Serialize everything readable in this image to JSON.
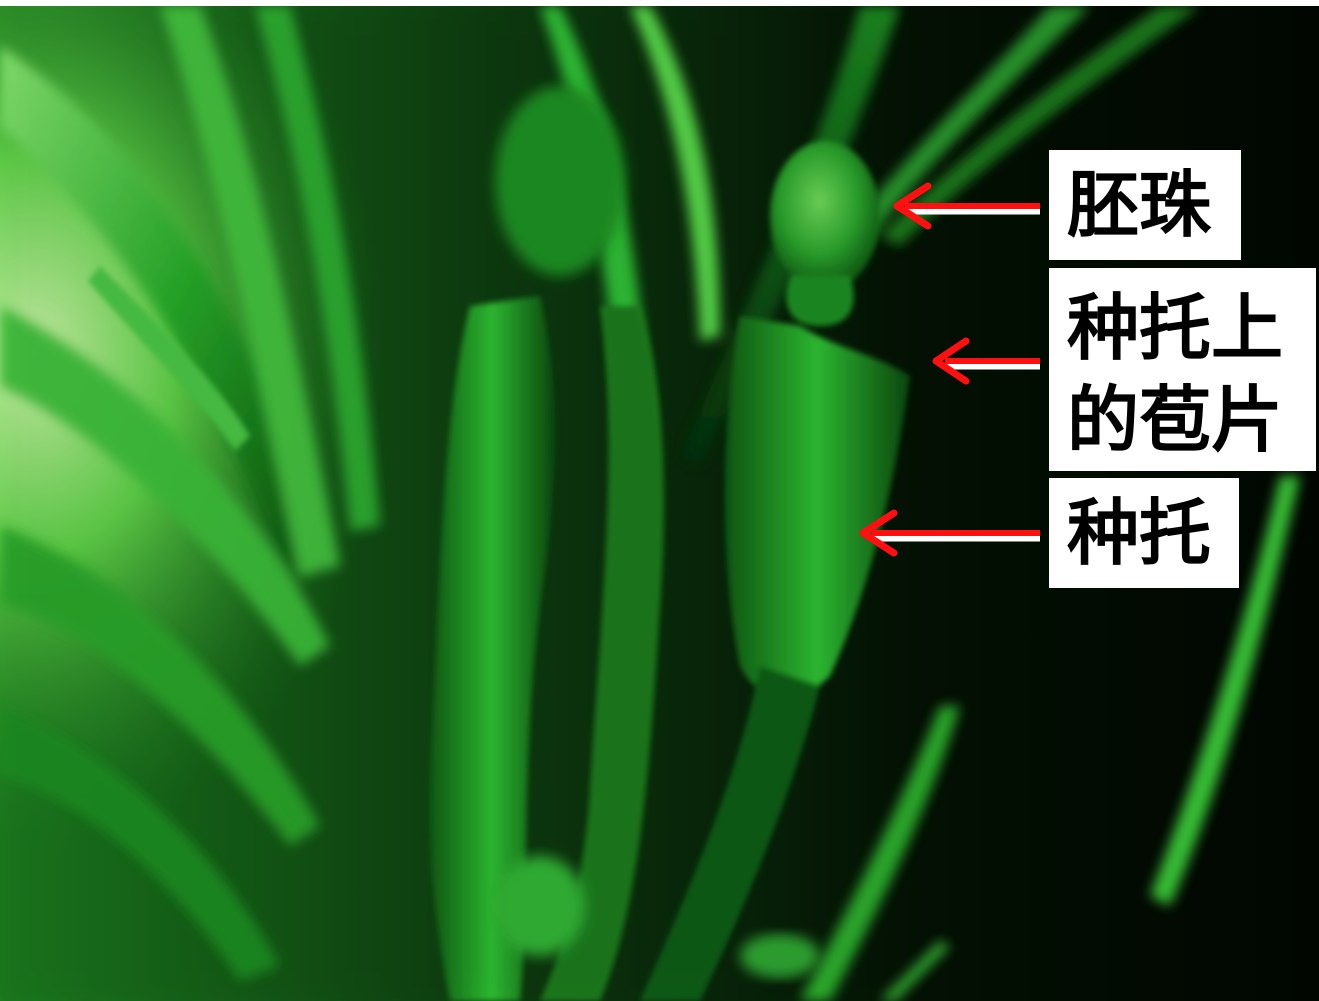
{
  "labels": {
    "ovule": "胚珠",
    "bract_line1": "种托上",
    "bract_line2": "的苞片",
    "receptacle": "种托"
  },
  "colors": {
    "arrow": "#ff1010",
    "label_bg": "#ffffff",
    "label_text": "#000000",
    "plant_green": "#1fae2a",
    "background_dark": "#051005"
  }
}
